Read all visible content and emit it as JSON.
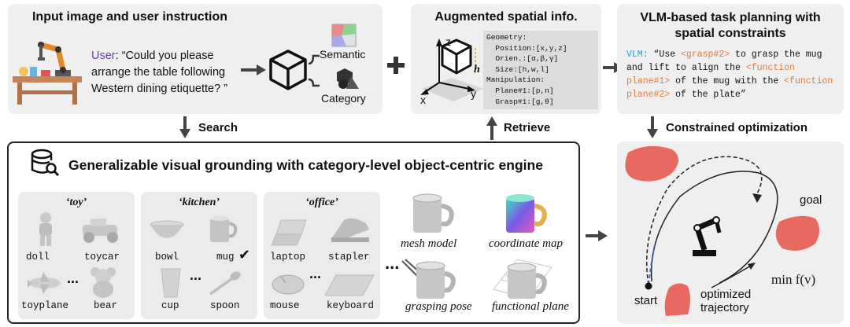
{
  "panel_input": {
    "title": "Input image and user instruction",
    "user_label": "User",
    "instruction": "“Could you please arrange the table following Western dining etiquette? ”",
    "semantic_label": "Semantic",
    "category_label": "Category"
  },
  "panel_spatial": {
    "title": "Augmented spatial info.",
    "axis_z": "z",
    "axis_x": "x",
    "axis_y": "y",
    "height_label": "h",
    "geometry_lines": [
      "Geometry:",
      "  Position:[x,y,z]",
      "  Orien.:[α,β,γ]",
      "  Size:[h,w,l]",
      "Manipulation:",
      "  Plane#1:[p,n]",
      "  Grasp#1:[g,θ]"
    ]
  },
  "panel_vlm": {
    "title": "VLM-based task planning with spatial constraints",
    "vlm_label": "VLM:",
    "text_parts": [
      {
        "t": " “Use ",
        "c": ""
      },
      {
        "t": "<grasp#2>",
        "c": "kw"
      },
      {
        "t": " to grasp the mug and lift to align the ",
        "c": ""
      },
      {
        "t": "<function plane#1>",
        "c": "kw"
      },
      {
        "t": " of the mug with the ",
        "c": ""
      },
      {
        "t": "<function plane#2>",
        "c": "kw"
      },
      {
        "t": " of the plate”",
        "c": ""
      }
    ]
  },
  "arrows": {
    "search": "Search",
    "retrieve": "Retrieve",
    "constrained": "Constrained optimization"
  },
  "panel_engine": {
    "title": "Generalizable visual grounding with category-level object-centric engine",
    "groups": [
      {
        "name": "‘toy’",
        "items": [
          "doll",
          "toycar",
          "toyplane",
          "bear"
        ]
      },
      {
        "name": "‘kitchen’",
        "items": [
          "bowl",
          "mug",
          "cup",
          "spoon"
        ]
      },
      {
        "name": "‘office’",
        "items": [
          "laptop",
          "stapler",
          "mouse",
          "keyboard"
        ]
      }
    ],
    "ellipsis": "...",
    "mug_check": "✔",
    "representations": [
      "mesh model",
      "coordinate map",
      "grasping pose",
      "functional plane"
    ]
  },
  "panel_opt": {
    "goal": "goal",
    "start": "start",
    "trajectory": "optimized trajectory",
    "objective": "min f(v)"
  },
  "colors": {
    "obstacle": "#e8695f",
    "vlm_blue": "#1aa0e0",
    "keyword_orange": "#e07b39",
    "user_purple": "#6a3fa0",
    "arrow_dark": "#444444"
  }
}
